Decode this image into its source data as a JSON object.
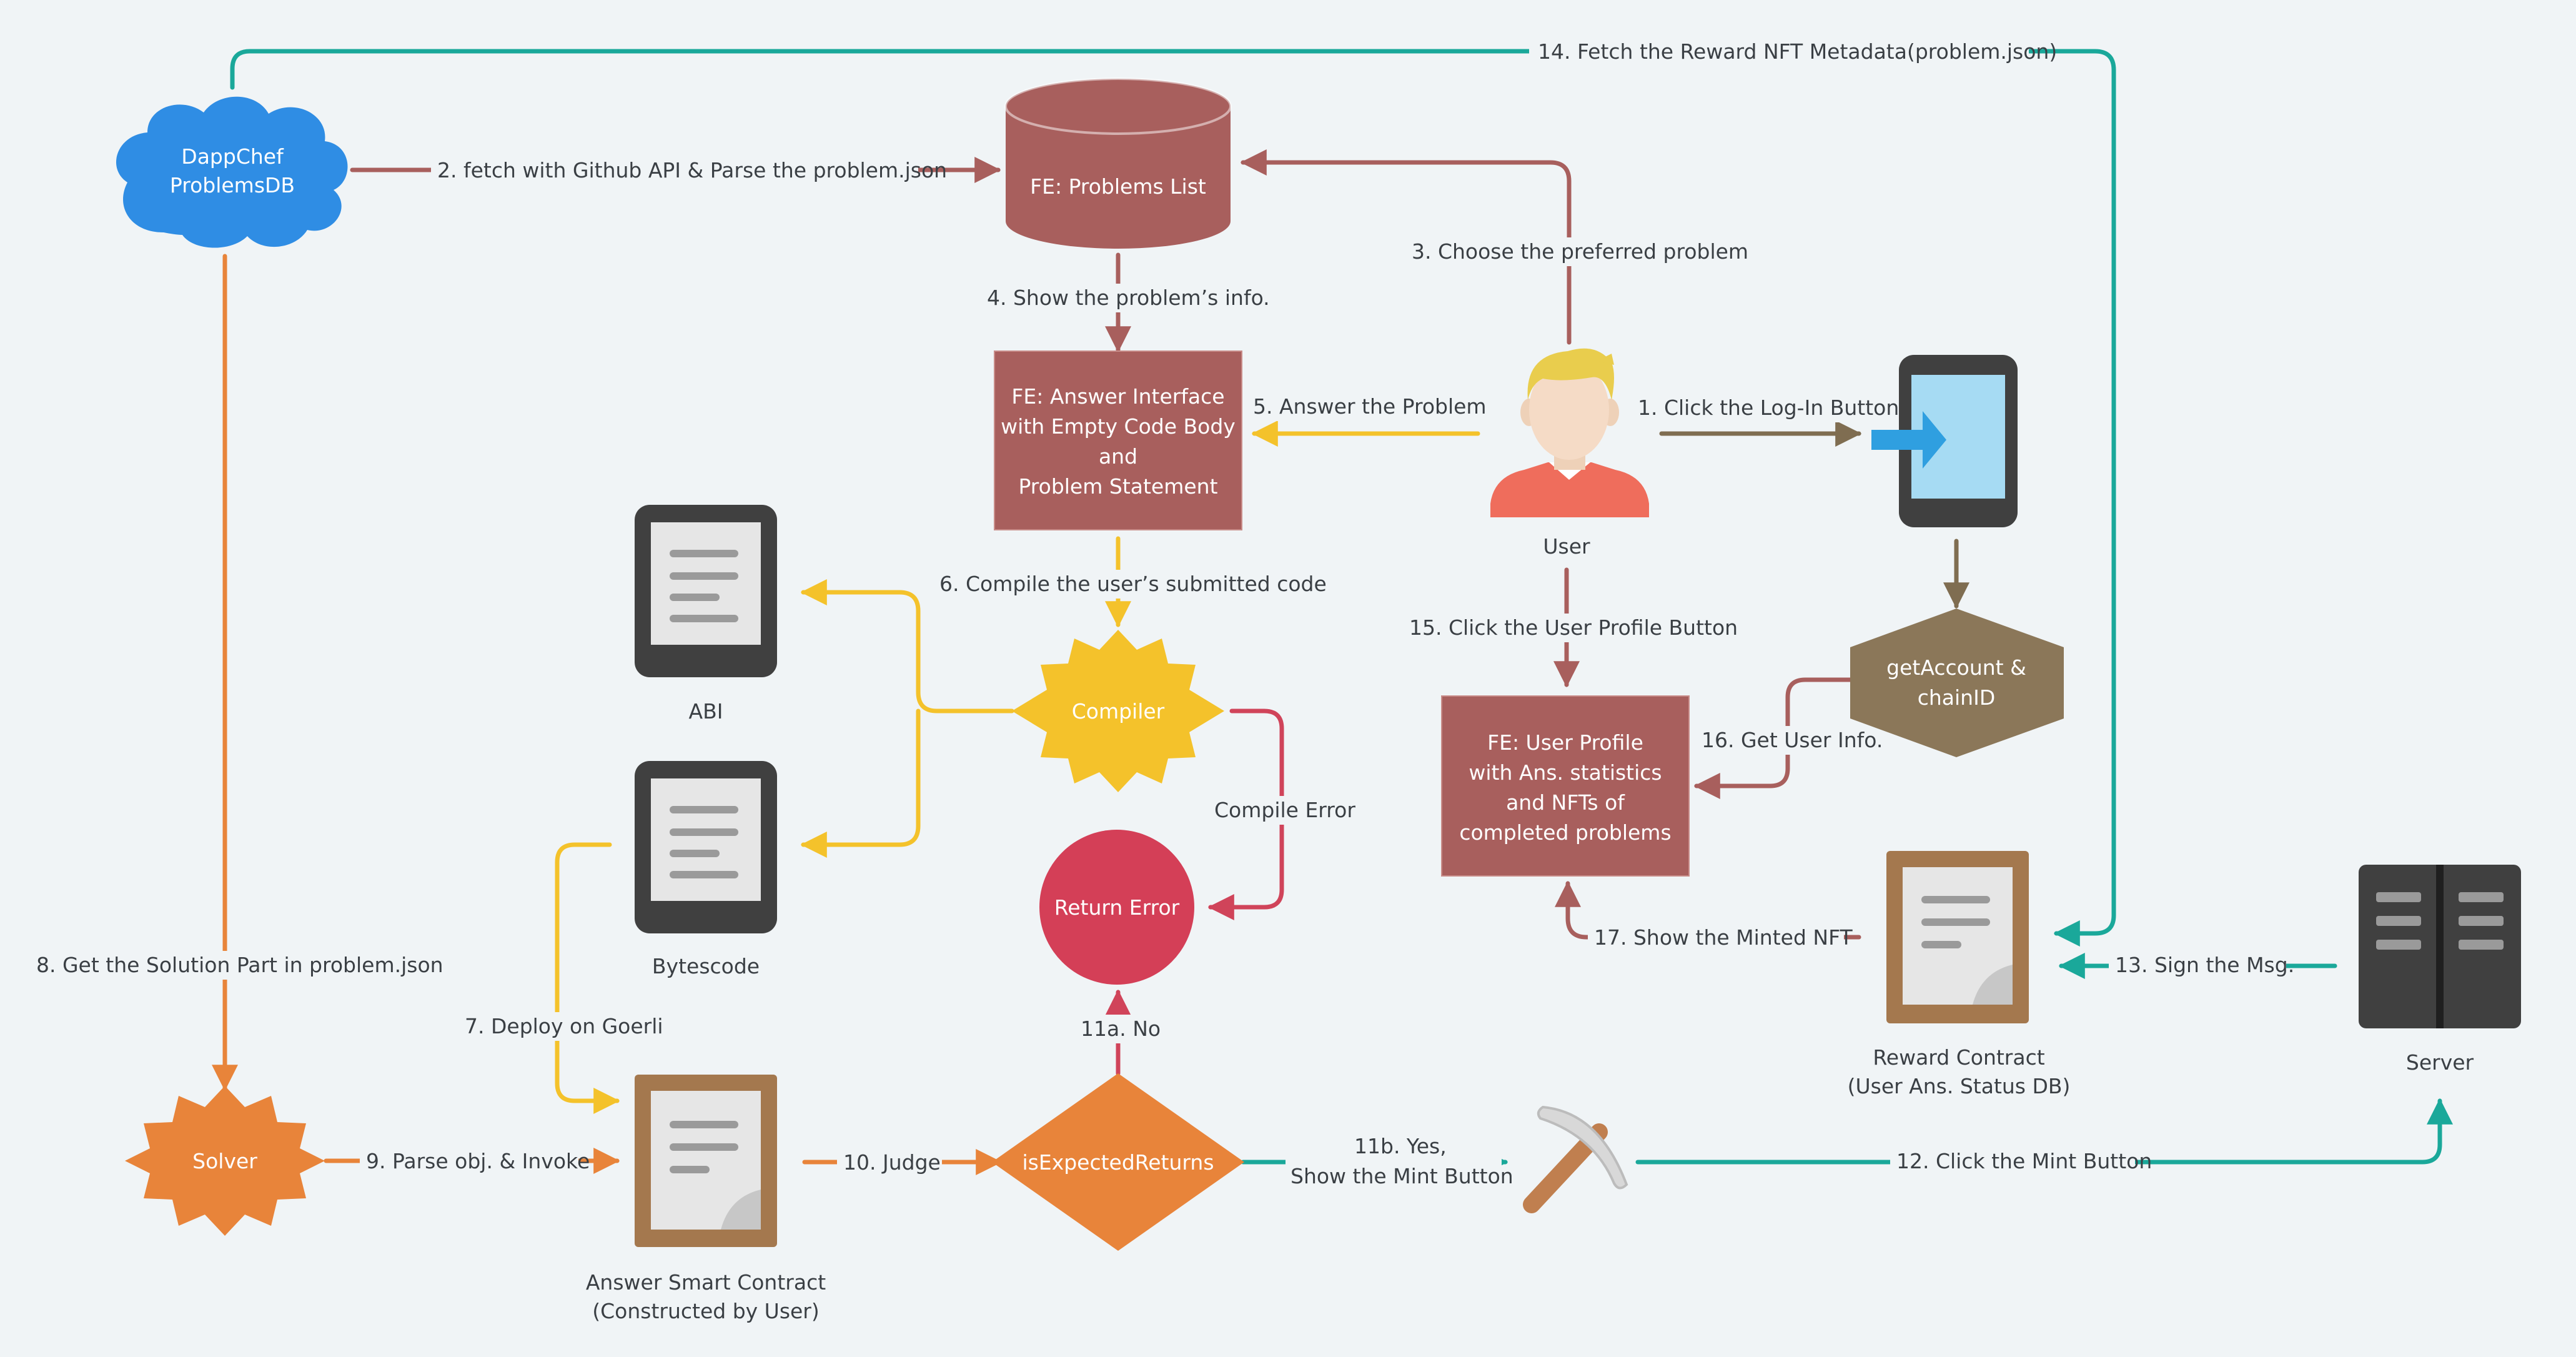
{
  "nodes": {
    "dappchef_db": [
      "DappChef",
      "ProblemsDB"
    ],
    "problems_list": "FE: Problems List",
    "answer_interface": [
      "FE: Answer Interface",
      "with Empty Code Body",
      "and",
      "Problem Statement"
    ],
    "user": "User",
    "login_device": "",
    "get_account": [
      "getAccount &",
      "chainID"
    ],
    "user_profile": [
      "FE: User Profile",
      "with Ans. statistics",
      "and NFTs of",
      "completed problems"
    ],
    "abi": "ABI",
    "bytescode": "Bytescode",
    "compiler": "Compiler",
    "return_error": "Return Error",
    "solver": "Solver",
    "answer_contract": [
      "Answer Smart Contract",
      "(Constructed by User)"
    ],
    "is_expected": "isExpectedReturns",
    "reward_contract": [
      "Reward Contract",
      "(User Ans. Status DB)"
    ],
    "server": "Server"
  },
  "edges": {
    "e1": "1. Click the Log-In Button",
    "e2": "2. fetch with Github API & Parse the problem.json",
    "e3": "3. Choose the preferred problem",
    "e4": "4. Show the problem’s info.",
    "e5": "5. Answer the Problem",
    "e6": "6. Compile the user’s submitted code",
    "e7": "7. Deploy on Goerli",
    "e8": "8. Get the Solution Part in problem.json",
    "e9": "9. Parse obj. & Invoke",
    "e10": "10. Judge",
    "e11a": "11a. No",
    "e11b": [
      "11b. Yes,",
      "Show the Mint Button"
    ],
    "e12": "12. Click the Mint Button",
    "e13": "13. Sign the Msg.",
    "e14": "14. Fetch the Reward NFT Metadata(problem.json)",
    "e15": "15. Click the User Profile Button",
    "e16": "16. Get User Info.",
    "e17": "17. Show the Minted NFT",
    "compile_error": "Compile Error"
  },
  "colors": {
    "background": "#f0f4f6",
    "teal": "#1aa89a",
    "brown_red": "#a85f5d",
    "yellow": "#f4c22b",
    "orange": "#e8843a",
    "olive_brown": "#7f6d51",
    "crimson": "#d0445a",
    "cloud_blue": "#2f8de4",
    "node_red": "#a85f5d",
    "hex_brown": "#8b7759",
    "return_red": "#d43f57",
    "dark_device": "#404040",
    "doc_brown": "#a4784e"
  }
}
